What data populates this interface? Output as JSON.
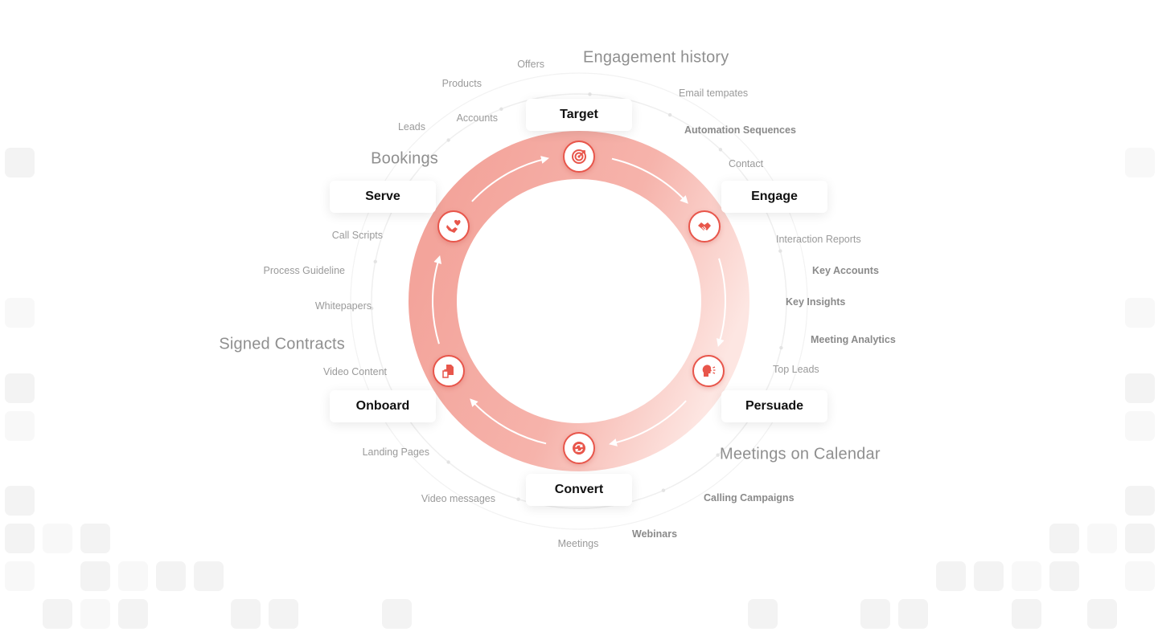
{
  "stages": [
    {
      "id": "target",
      "label": "Target"
    },
    {
      "id": "engage",
      "label": "Engage"
    },
    {
      "id": "persuade",
      "label": "Persuade"
    },
    {
      "id": "convert",
      "label": "Convert"
    },
    {
      "id": "onboard",
      "label": "Onboard"
    },
    {
      "id": "serve",
      "label": "Serve"
    }
  ],
  "outcomes": {
    "engagement": "Engagement history",
    "meetings": "Meetings on Calendar",
    "contracts": "Signed Contracts",
    "bookings": "Bookings"
  },
  "items": {
    "offers": "Offers",
    "products": "Products",
    "accounts": "Accounts",
    "leads": "Leads",
    "email": "Email tempates",
    "automation": "Automation Sequences",
    "contact": "Contact",
    "interaction": "Interaction Reports",
    "key_accounts": "Key Accounts",
    "key_insights": "Key Insights",
    "meeting_analytics": "Meeting Analytics",
    "top_leads": "Top Leads",
    "calling": "Calling Campaigns",
    "webinars": "Webinars",
    "meetings": "Meetings",
    "video_messages": "Video messages",
    "landing": "Landing Pages",
    "video_content": "Video Content",
    "whitepapers": "Whitepapers",
    "process": "Process Guideline",
    "call_scripts": "Call Scripts"
  },
  "icons": {
    "target": "target-icon",
    "engage": "handshake-icon",
    "persuade": "speaking-head-icon",
    "convert": "refresh-icon",
    "onboard": "documents-icon",
    "serve": "heart-hand-icon"
  },
  "colors": {
    "ring_start": "#f4a9a1",
    "ring_end": "#fde4e0",
    "accent": "#e8564b"
  }
}
